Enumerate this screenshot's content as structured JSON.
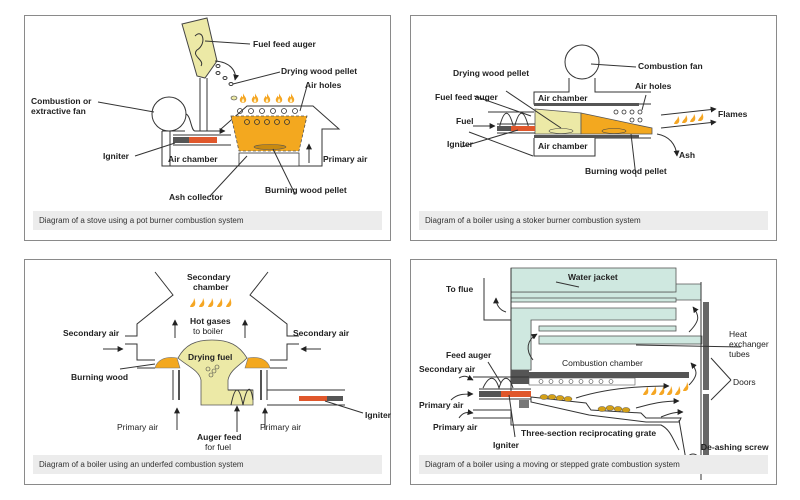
{
  "colors": {
    "fuel_orange": "#f3a81f",
    "fuel_yellow": "#ece9a6",
    "igniter_red": "#e0572b",
    "water_jacket": "#cfe8e0",
    "caption_bg": "#ececec",
    "flame": "#f5a623"
  },
  "panels": [
    {
      "id": "pot-burner",
      "caption": "Diagram of a stove using a pot burner combustion system",
      "labels": {
        "fuel_feed_auger": "Fuel feed auger",
        "drying_wood_pellet": "Drying wood pellet",
        "air_holes": "Air holes",
        "fan_line1": "Combustion or",
        "fan_line2": "extractive fan",
        "igniter": "Igniter",
        "air_chamber": "Air chamber",
        "primary_air": "Primary air",
        "ash_collector": "Ash collector",
        "burning_wood_pellet": "Burning wood pellet"
      }
    },
    {
      "id": "stoker-burner",
      "caption": "Diagram of a boiler using a stoker burner combustion system",
      "labels": {
        "combustion_fan": "Combustion fan",
        "drying_wood_pellet": "Drying wood pellet",
        "air_holes": "Air holes",
        "air_chamber_top": "Air chamber",
        "fuel_feed_auger": "Fuel feed auger",
        "fuel": "Fuel",
        "flames": "Flames",
        "igniter": "Igniter",
        "air_chamber_bottom": "Air chamber",
        "ash": "Ash",
        "burning_wood_pellet": "Burning wood pellet"
      }
    },
    {
      "id": "underfed",
      "caption": "Diagram of a boiler using an underfed combustion system",
      "labels": {
        "secondary_chamber_line1": "Secondary",
        "secondary_chamber_line2": "chamber",
        "hot_gases_line1": "Hot gases",
        "hot_gases_line2": "to boiler",
        "secondary_air_left": "Secondary air",
        "secondary_air_right": "Secondary air",
        "drying_fuel": "Drying fuel",
        "burning_wood": "Burning wood",
        "igniter": "Igniter",
        "primary_air_left": "Primary air",
        "primary_air_right": "Primary air",
        "auger_line1": "Auger feed",
        "auger_line2": "for fuel"
      }
    },
    {
      "id": "moving-grate",
      "caption": "Diagram of a boiler using a moving or stepped grate combustion system",
      "labels": {
        "to_flue": "To flue",
        "water_jacket": "Water jacket",
        "heat_line1": "Heat",
        "heat_line2": "exchanger",
        "heat_line3": "tubes",
        "feed_auger": "Feed auger",
        "combustion_chamber": "Combustion chamber",
        "secondary_air": "Secondary air",
        "doors": "Doors",
        "primary_air_1": "Primary air",
        "primary_air_2": "Primary air",
        "grate": "Three-section reciprocating grate",
        "igniter": "Igniter",
        "de_ashing_screw": "De-ashing screw"
      }
    }
  ]
}
